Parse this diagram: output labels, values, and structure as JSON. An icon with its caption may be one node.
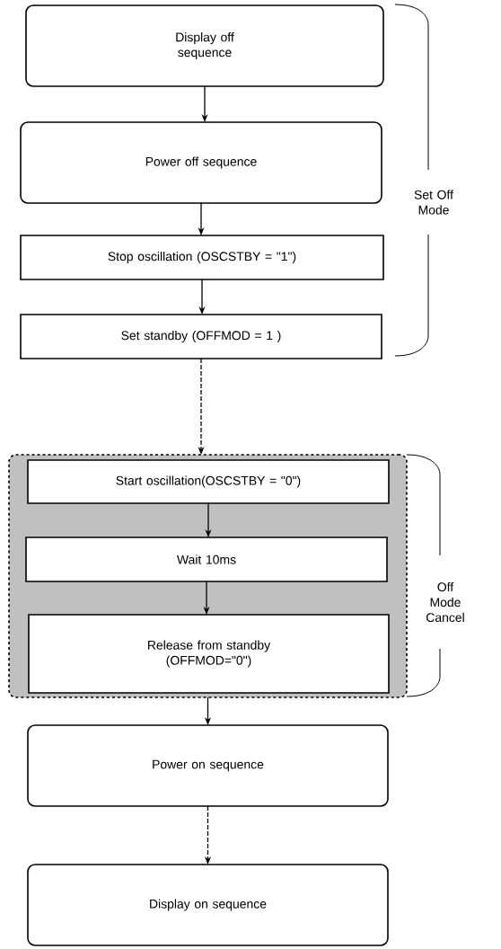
{
  "diagram": {
    "nodes": [
      {
        "text": [
          "Display off sequence"
        ]
      },
      {
        "text": [
          "Power off sequence"
        ]
      },
      {
        "text": [
          "Stop oscillation (OSCSTBY = \"1\")"
        ]
      },
      {
        "text": [
          "Set standby (OFFMOD = 1 )"
        ]
      },
      {
        "text": [],
        "shape": "box"
      },
      {
        "text": [
          "Start oscillation(OSCSTBY = \"0\")"
        ],
        "in": 4
      },
      {
        "text": [
          "Wait 10ms"
        ],
        "in": 4
      },
      {
        "text": [
          "Release from standby (OFFMOD=\"0\")"
        ],
        "in": 4
      },
      {
        "text": [
          "Power on sequence"
        ]
      },
      {
        "text": [
          "Display on sequence"
        ]
      }
    ],
    "edges": [
      {
        "from": 0,
        "to": 1,
        "arrow": "to"
      },
      {
        "from": 1,
        "to": 2,
        "arrow": "to"
      },
      {
        "from": 2,
        "to": 3,
        "arrow": "to"
      },
      {
        "from": 3,
        "to": 4,
        "arrow": "to",
        "style": "dashed"
      },
      {
        "from": 5,
        "to": 6,
        "arrow": "to"
      },
      {
        "from": 6,
        "to": 7,
        "arrow": "to"
      },
      {
        "from": 4,
        "to": 8,
        "arrow": "to"
      },
      {
        "from": 8,
        "to": 9,
        "arrow": "to",
        "style": "dashed"
      }
    ],
    "labels": [
      "Set Off Mode",
      "Off Mode Cancel"
    ]
  }
}
